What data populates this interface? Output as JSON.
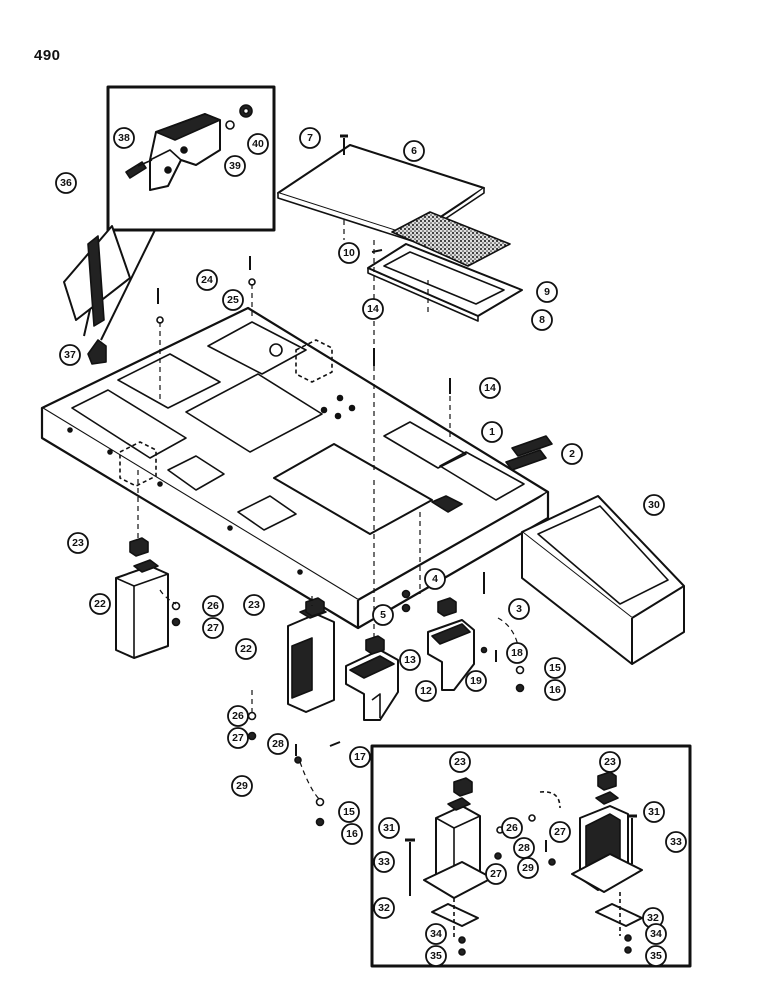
{
  "page": {
    "number": "490"
  },
  "callouts": [
    "1",
    "2",
    "3",
    "4",
    "5",
    "6",
    "7",
    "8",
    "9",
    "10",
    "12",
    "13",
    "14",
    "14",
    "15",
    "15",
    "16",
    "16",
    "17",
    "18",
    "19",
    "22",
    "22",
    "23",
    "23",
    "23",
    "23",
    "24",
    "25",
    "26",
    "26",
    "26",
    "27",
    "27",
    "27",
    "27",
    "28",
    "28",
    "29",
    "29",
    "30",
    "31",
    "31",
    "32",
    "32",
    "33",
    "33",
    "34",
    "34",
    "35",
    "35",
    "36",
    "37",
    "38",
    "39",
    "40"
  ],
  "colors": {
    "ink": "#111111",
    "paper": "#ffffff"
  }
}
